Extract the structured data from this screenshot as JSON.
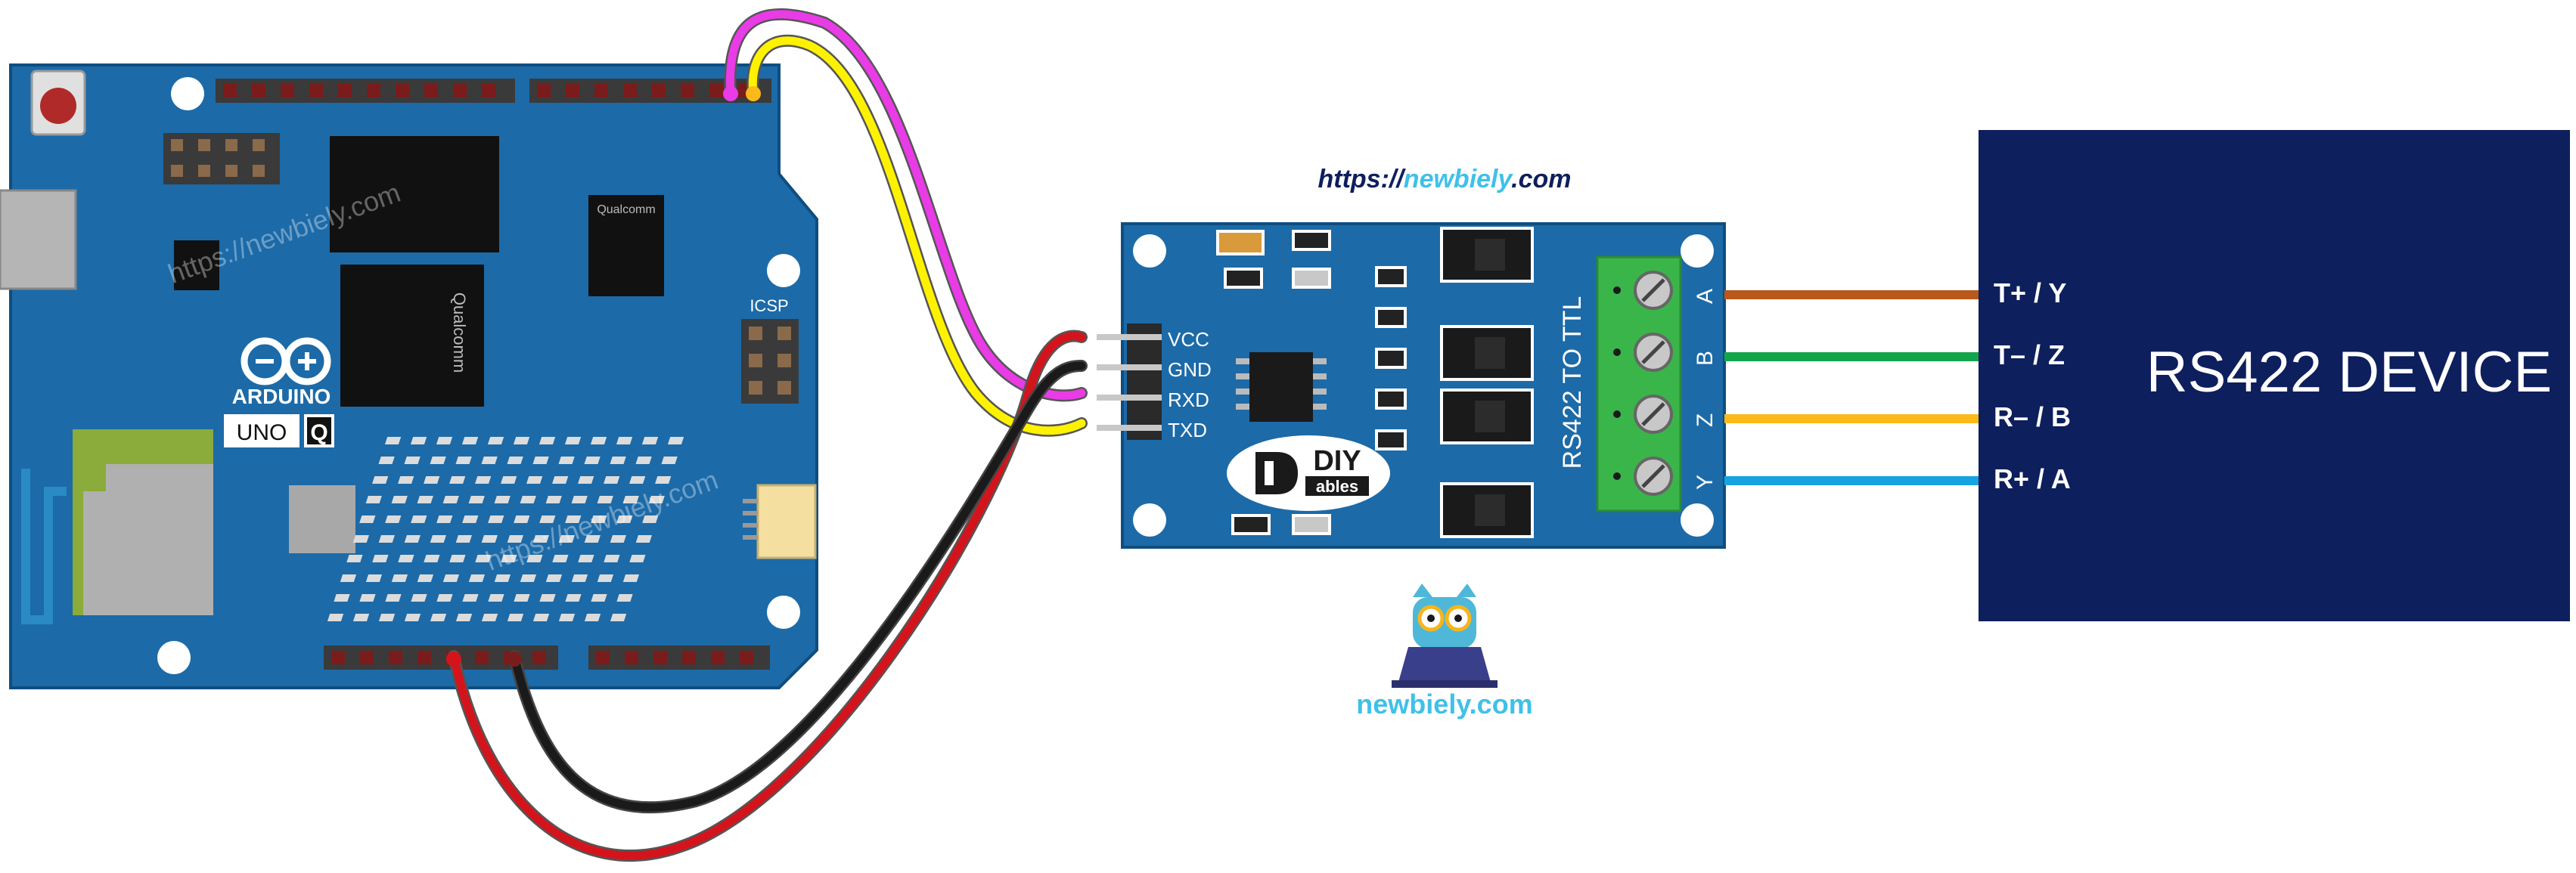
{
  "watermark": {
    "url_prefix": "https://",
    "url_brand": "newbiely",
    "url_suffix": ".com",
    "logo_text": "newbiely.com",
    "board_watermark": "https://newbiely.com"
  },
  "arduino": {
    "brand": "ARDUINO",
    "model_uno": "UNO",
    "model_q": "Q",
    "icsp_label": "ICSP",
    "chip_brand": "Qualcomm"
  },
  "module": {
    "title": "RS422 TO TTL",
    "pins_left": [
      "VCC",
      "GND",
      "RXD",
      "TXD"
    ],
    "pins_right": [
      "A",
      "B",
      "Z",
      "Y"
    ],
    "brand_top": "DIY",
    "brand_bottom": "ables"
  },
  "device": {
    "title": "RS422 DEVICE",
    "pins": [
      "T+ / Y",
      "T– / Z",
      "R– / B",
      "R+ / A"
    ]
  },
  "colors": {
    "board_blue": "#1c6aa8",
    "device_bg": "#0d1f5c",
    "terminal_green": "#3ab54a",
    "wire_magenta": "#e93be6",
    "wire_yellow": "#fff200",
    "wire_red": "#d4141c",
    "wire_black": "#1a1a1a",
    "wire_A": "#b8581a",
    "wire_B": "#13a54b",
    "wire_Z": "#fbb91a",
    "wire_Y": "#15a4e0",
    "brand_cyan": "#3fc1e8"
  }
}
